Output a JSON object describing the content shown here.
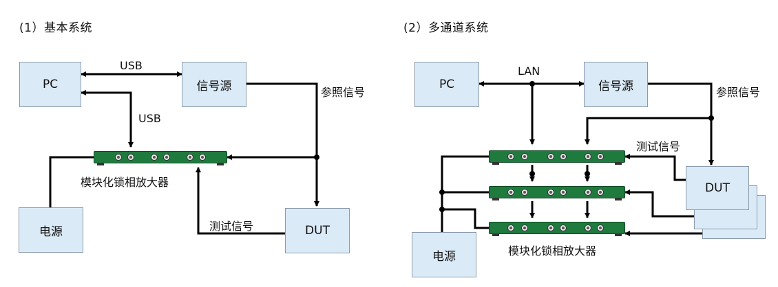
{
  "left": {
    "title": "(1）基本系统",
    "pc": "PC",
    "source": "信号源",
    "usb_top": "USB",
    "usb_side": "USB",
    "ref_signal": "参照信号",
    "amplifier": "模块化锁相放大器",
    "power": "电源",
    "dut": "DUT",
    "test_signal": "测试信号"
  },
  "right": {
    "title": "(2）多通道系统",
    "pc": "PC",
    "source": "信号源",
    "lan": "LAN",
    "ref_signal": "参照信号",
    "test_signal": "测试信号",
    "dut": "DUT",
    "amplifier": "模块化锁相放大器",
    "power": "电源"
  },
  "colors": {
    "box_fill": "#dbeaf7",
    "amplifier_green": "#1f7a3e",
    "line": "#000000"
  }
}
